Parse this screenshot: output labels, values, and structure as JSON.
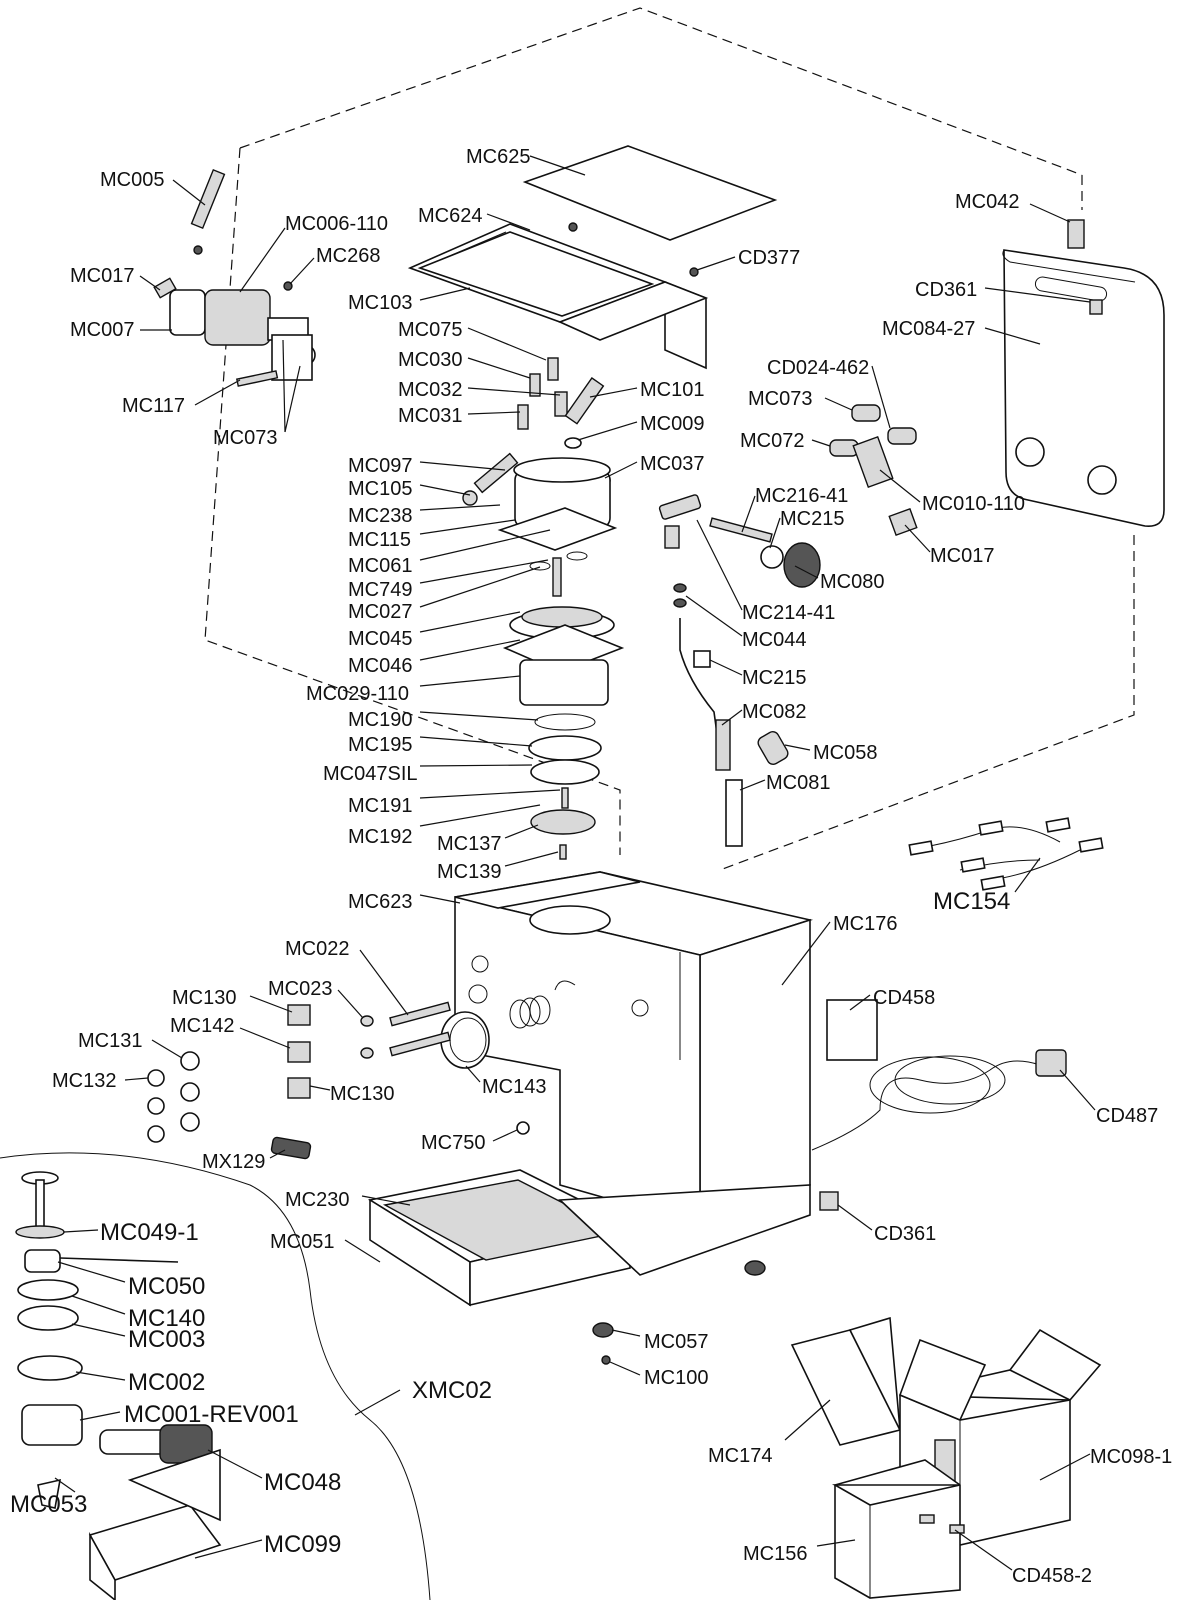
{
  "diagram": {
    "callouts": [
      {
        "id": "MC005",
        "text": "MC005"
      },
      {
        "id": "MC006-110",
        "text": "MC006-110"
      },
      {
        "id": "MC268",
        "text": "MC268"
      },
      {
        "id": "MC017a",
        "text": "MC017"
      },
      {
        "id": "MC007",
        "text": "MC007"
      },
      {
        "id": "MC117",
        "text": "MC117"
      },
      {
        "id": "MC073a",
        "text": "MC073"
      },
      {
        "id": "MC625",
        "text": "MC625"
      },
      {
        "id": "MC624",
        "text": "MC624"
      },
      {
        "id": "CD377",
        "text": "CD377"
      },
      {
        "id": "MC103",
        "text": "MC103"
      },
      {
        "id": "MC075",
        "text": "MC075"
      },
      {
        "id": "MC030",
        "text": "MC030"
      },
      {
        "id": "MC032",
        "text": "MC032"
      },
      {
        "id": "MC031",
        "text": "MC031"
      },
      {
        "id": "MC101",
        "text": "MC101"
      },
      {
        "id": "MC009",
        "text": "MC009"
      },
      {
        "id": "MC097",
        "text": "MC097"
      },
      {
        "id": "MC105",
        "text": "MC105"
      },
      {
        "id": "MC037",
        "text": "MC037"
      },
      {
        "id": "MC238",
        "text": "MC238"
      },
      {
        "id": "MC115",
        "text": "MC115"
      },
      {
        "id": "MC061",
        "text": "MC061"
      },
      {
        "id": "MC749",
        "text": "MC749"
      },
      {
        "id": "MC027",
        "text": "MC027"
      },
      {
        "id": "MC045",
        "text": "MC045"
      },
      {
        "id": "MC046",
        "text": "MC046"
      },
      {
        "id": "MC029-110",
        "text": "MC029-110"
      },
      {
        "id": "MC190",
        "text": "MC190"
      },
      {
        "id": "MC195",
        "text": "MC195"
      },
      {
        "id": "MC047SIL",
        "text": "MC047SIL"
      },
      {
        "id": "MC191",
        "text": "MC191"
      },
      {
        "id": "MC192",
        "text": "MC192"
      },
      {
        "id": "MC137",
        "text": "MC137"
      },
      {
        "id": "MC139",
        "text": "MC139"
      },
      {
        "id": "MC623",
        "text": "MC623"
      },
      {
        "id": "MC042",
        "text": "MC042"
      },
      {
        "id": "CD361a",
        "text": "CD361"
      },
      {
        "id": "MC084-27",
        "text": "MC084-27"
      },
      {
        "id": "CD024-462",
        "text": "CD024-462"
      },
      {
        "id": "MC073b",
        "text": "MC073"
      },
      {
        "id": "MC072",
        "text": "MC072"
      },
      {
        "id": "MC216-41",
        "text": "MC216-41"
      },
      {
        "id": "MC215a",
        "text": "MC215"
      },
      {
        "id": "MC010-110",
        "text": "MC010-110"
      },
      {
        "id": "MC017b",
        "text": "MC017"
      },
      {
        "id": "MC080",
        "text": "MC080"
      },
      {
        "id": "MC214-41",
        "text": "MC214-41"
      },
      {
        "id": "MC044",
        "text": "MC044"
      },
      {
        "id": "MC215b",
        "text": "MC215"
      },
      {
        "id": "MC082",
        "text": "MC082"
      },
      {
        "id": "MC058",
        "text": "MC058"
      },
      {
        "id": "MC081",
        "text": "MC081"
      },
      {
        "id": "MC154",
        "text": "MC154"
      },
      {
        "id": "MC176",
        "text": "MC176"
      },
      {
        "id": "CD458",
        "text": "CD458"
      },
      {
        "id": "MC022",
        "text": "MC022"
      },
      {
        "id": "MC130a",
        "text": "MC130"
      },
      {
        "id": "MC023",
        "text": "MC023"
      },
      {
        "id": "MC142",
        "text": "MC142"
      },
      {
        "id": "MC131",
        "text": "MC131"
      },
      {
        "id": "MC132",
        "text": "MC132"
      },
      {
        "id": "MC130b",
        "text": "MC130"
      },
      {
        "id": "MC143",
        "text": "MC143"
      },
      {
        "id": "CD487",
        "text": "CD487"
      },
      {
        "id": "MC750",
        "text": "MC750"
      },
      {
        "id": "MX129",
        "text": "MX129"
      },
      {
        "id": "MC230",
        "text": "MC230"
      },
      {
        "id": "MC051",
        "text": "MC051"
      },
      {
        "id": "CD361b",
        "text": "CD361"
      },
      {
        "id": "MC057",
        "text": "MC057"
      },
      {
        "id": "MC100",
        "text": "MC100"
      },
      {
        "id": "MC049-1",
        "text": "MC049-1"
      },
      {
        "id": "MC050",
        "text": "MC050"
      },
      {
        "id": "MC140",
        "text": "MC140"
      },
      {
        "id": "MC003",
        "text": "MC003"
      },
      {
        "id": "MC002",
        "text": "MC002"
      },
      {
        "id": "XMC02",
        "text": "XMC02"
      },
      {
        "id": "MC001-REV001",
        "text": "MC001-REV001"
      },
      {
        "id": "MC048",
        "text": "MC048"
      },
      {
        "id": "MC053",
        "text": "MC053"
      },
      {
        "id": "MC099",
        "text": "MC099"
      },
      {
        "id": "MC174",
        "text": "MC174"
      },
      {
        "id": "MC098-1",
        "text": "MC098-1"
      },
      {
        "id": "MC156",
        "text": "MC156"
      },
      {
        "id": "CD458-2",
        "text": "CD458-2"
      }
    ]
  }
}
